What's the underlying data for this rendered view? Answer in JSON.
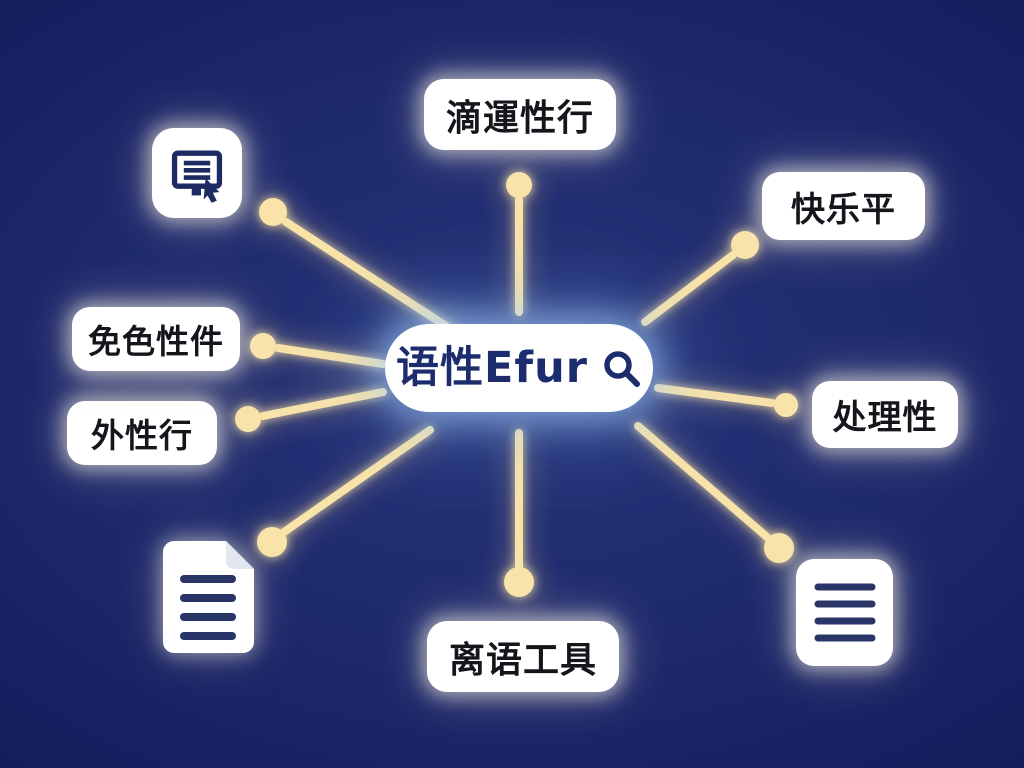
{
  "diagram": {
    "center": {
      "label": "语性Efur",
      "icon": "search-icon"
    },
    "nodes": [
      {
        "id": "top",
        "label": "滴運性行"
      },
      {
        "id": "top-right",
        "label": "快乐平"
      },
      {
        "id": "right",
        "label": "处理性"
      },
      {
        "id": "bottom-right",
        "icon": "document-lines-icon"
      },
      {
        "id": "bottom",
        "label": "离语工具"
      },
      {
        "id": "bottom-left",
        "icon": "file-document-icon"
      },
      {
        "id": "left",
        "label": "外性行"
      },
      {
        "id": "upper-left",
        "label": "免色性件"
      },
      {
        "id": "top-left",
        "icon": "presentation-board-icon"
      }
    ],
    "colors": {
      "background": "#1e2a6e",
      "connector": "#f8e3a9",
      "node_background": "#ffffff",
      "node_text": "#15151c",
      "center_text": "#1c2c6d",
      "icon_stroke": "#1d2b63"
    }
  }
}
